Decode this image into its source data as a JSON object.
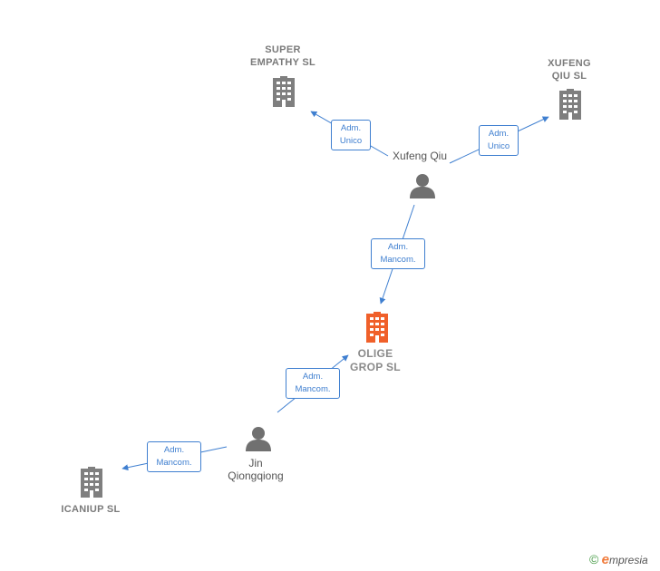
{
  "nodes": {
    "super_empathy": {
      "line1": "SUPER",
      "line2": "EMPATHY  SL"
    },
    "xufeng_qiu_sl": {
      "line1": "XUFENG",
      "line2": "QIU  SL"
    },
    "olige_grop": {
      "line1": "OLIGE",
      "line2": "GROP  SL"
    },
    "icaniup": {
      "line1": "ICANIUP  SL"
    }
  },
  "persons": {
    "xufeng_qiu": {
      "name": "Xufeng Qiu"
    },
    "jin_qiongqiong": {
      "line1": "Jin",
      "line2": "Qiongqiong"
    }
  },
  "edges": {
    "e1": {
      "line1": "Adm.",
      "line2": "Unico"
    },
    "e2": {
      "line1": "Adm.",
      "line2": "Unico"
    },
    "e3": {
      "line1": "Adm.",
      "line2": "Mancom."
    },
    "e4": {
      "line1": "Adm.",
      "line2": "Mancom."
    },
    "e5": {
      "line1": "Adm.",
      "line2": "Mancom."
    }
  },
  "brand": {
    "copyright": "©",
    "first_letter": "e",
    "rest": "mpresia"
  },
  "colors": {
    "edge": "#3f7fd0",
    "company": "#7f7f7f",
    "main_company": "#f0602a",
    "person": "#707070"
  }
}
